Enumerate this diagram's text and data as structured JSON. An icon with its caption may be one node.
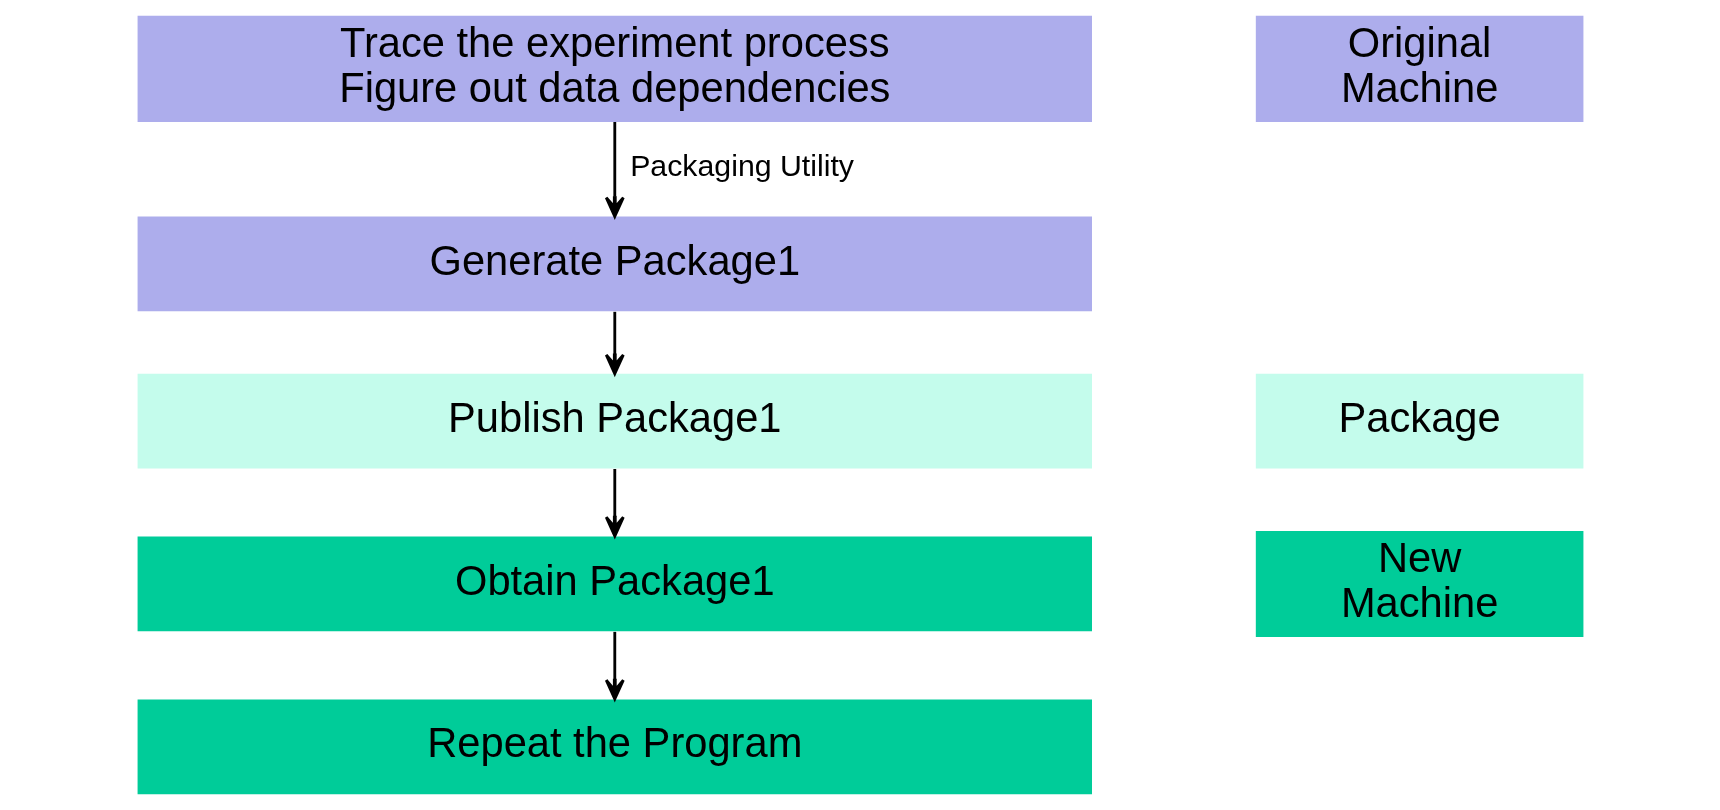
{
  "diagram": {
    "nodes": [
      {
        "text": [
          "Trace the experiment process Figure out data dependencies"
        ]
      },
      {
        "text": [
          "Generate Package1"
        ]
      },
      {
        "text": [
          "Publish Package1"
        ]
      },
      {
        "text": [
          "Obtain Package1"
        ]
      },
      {
        "text": [
          "Repeat the Program"
        ]
      }
    ],
    "edges": [
      {
        "from": 0,
        "to": 1,
        "arrow": "to",
        "label": "Packaging Utility"
      },
      {
        "from": 1,
        "to": 2,
        "arrow": "to"
      },
      {
        "from": 2,
        "to": 3,
        "arrow": "to"
      },
      {
        "from": 3,
        "to": 4,
        "arrow": "to"
      }
    ],
    "legend": [
      {
        "text": "Original Machine",
        "color": "#adadec"
      },
      {
        "text": "Package",
        "color": "#c4fcec"
      },
      {
        "text": "New Machine",
        "color": "#00cc99"
      }
    ]
  }
}
